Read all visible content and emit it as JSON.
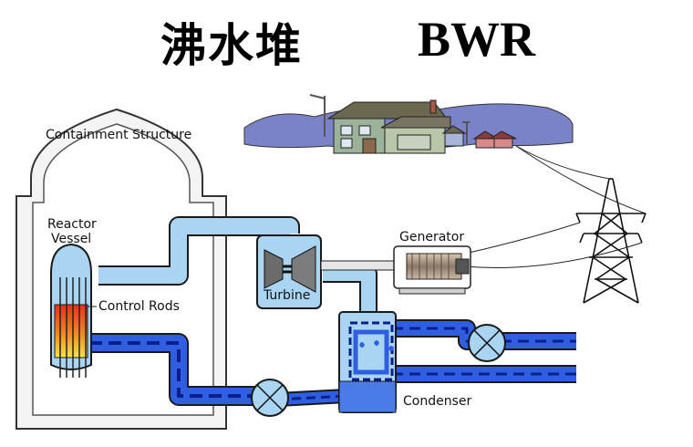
{
  "title": {
    "chinese": "沸水堆",
    "english": "BWR"
  },
  "labels": {
    "containment": "Containment Structure",
    "reactor_line1": "Reactor",
    "reactor_line2": "Vessel",
    "control_rods": "Control Rods",
    "turbine": "Turbine",
    "generator": "Generator",
    "condenser": "Condenser"
  },
  "colors": {
    "steam": "#a9d4f2",
    "water": "#2f5fe0",
    "dash": "#0a1f8c",
    "containment": "#f4f4f4",
    "core_hot": "#e8301a",
    "core_warm": "#f6e44a",
    "ground": "#7a82c8",
    "house_wall": "#9cb39a",
    "house_roof": "#6c6850"
  },
  "icons": {
    "turbine": "turbine-icon",
    "generator": "generator-icon",
    "pump": "pump-icon",
    "pylon": "transmission-tower-icon",
    "house": "house-icon"
  }
}
